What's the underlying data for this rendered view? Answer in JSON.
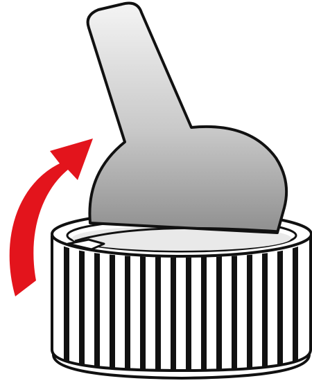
{
  "colors": {
    "arrow": "#e3141c",
    "outline": "#111111",
    "background": "#ffffff",
    "tab_gradient_top": "#f4f4f4",
    "tab_gradient_mid": "#c9c9c9",
    "tab_gradient_bottom": "#8f8f8f"
  },
  "icons": {
    "arrow": "curved-arrow-counterclockwise",
    "cap": "ribbed-bottle-cap",
    "seal": "foil-pull-tab-seal"
  }
}
